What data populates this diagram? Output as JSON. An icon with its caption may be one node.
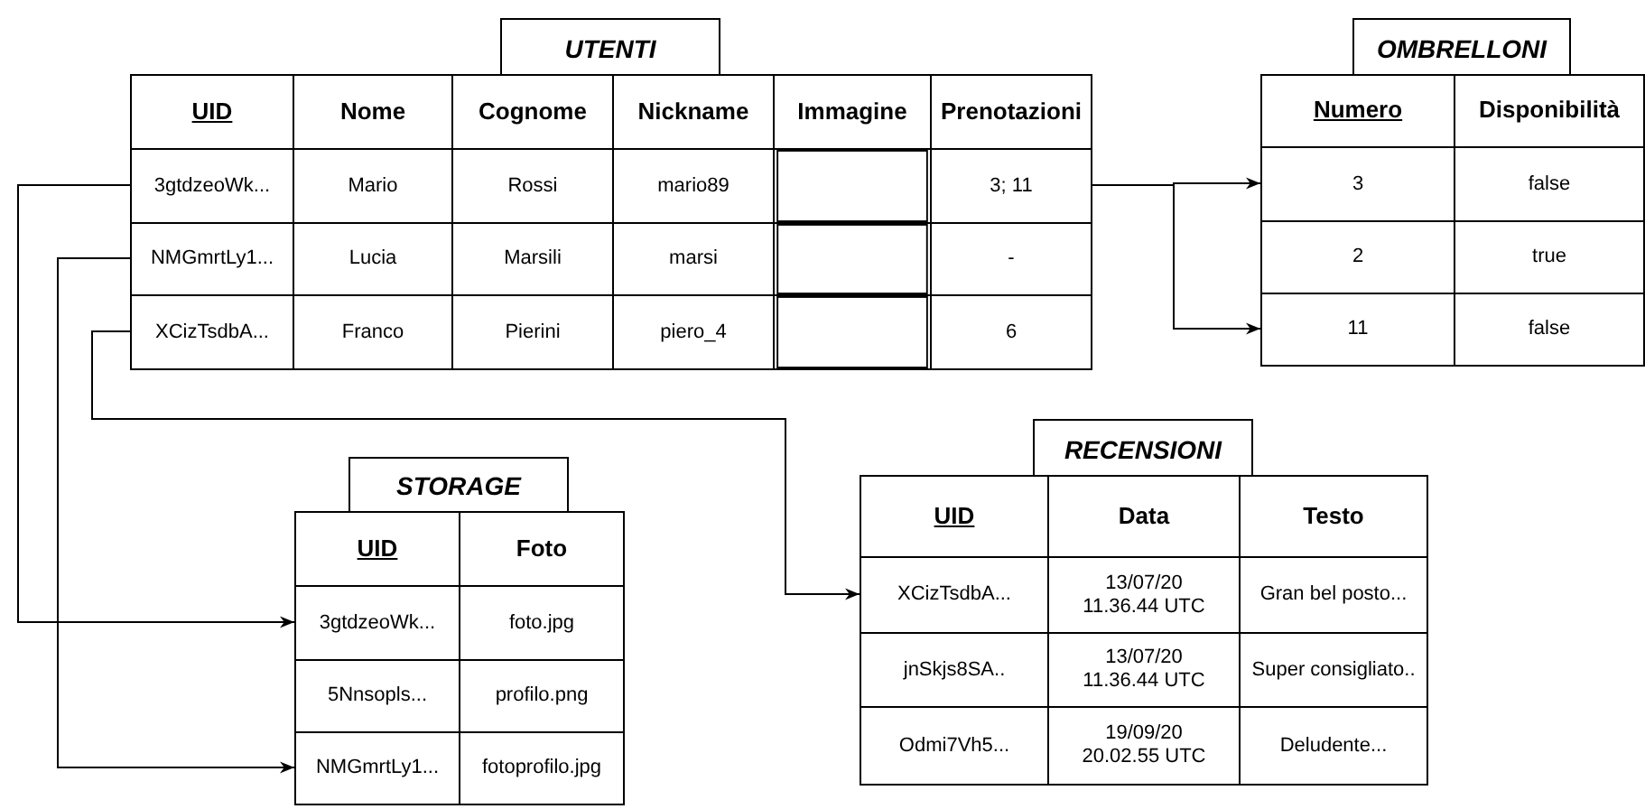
{
  "diagram": {
    "nodes": [
      {
        "text": [
          "UTENTI"
        ]
      },
      {
        "text": [
          "UID"
        ],
        "in": 0
      },
      {
        "text": [
          "Nome"
        ],
        "in": 0
      },
      {
        "text": [
          "Cognome"
        ],
        "in": 0
      },
      {
        "text": [
          "Nickname"
        ],
        "in": 0
      },
      {
        "text": [
          "Immagine"
        ],
        "in": 0
      },
      {
        "text": [
          "Prenotazioni"
        ],
        "in": 0
      },
      {
        "text": [
          "3gtdzeoWk..."
        ],
        "in": 0
      },
      {
        "text": [
          "Mario"
        ],
        "in": 0
      },
      {
        "text": [
          "Rossi"
        ],
        "in": 0
      },
      {
        "text": [
          "mario89"
        ],
        "in": 0
      },
      {
        "text": [],
        "shape": "box",
        "in": 0
      },
      {
        "text": [
          "3; 11"
        ],
        "in": 0
      },
      {
        "text": [
          "NMGmrtLy1..."
        ],
        "in": 0
      },
      {
        "text": [
          "Lucia"
        ],
        "in": 0
      },
      {
        "text": [
          "Marsili"
        ],
        "in": 0
      },
      {
        "text": [
          "marsi"
        ],
        "in": 0
      },
      {
        "text": [],
        "shape": "box",
        "in": 0
      },
      {
        "text": [
          "-"
        ],
        "in": 0
      },
      {
        "text": [
          "XCizTsdbA..."
        ],
        "in": 0
      },
      {
        "text": [
          "Franco"
        ],
        "in": 0
      },
      {
        "text": [
          "Pierini"
        ],
        "in": 0
      },
      {
        "text": [
          "piero_4"
        ],
        "in": 0
      },
      {
        "text": [],
        "shape": "box",
        "in": 0
      },
      {
        "text": [
          "6"
        ],
        "in": 0
      },
      {
        "text": [
          "OMBRELLONI"
        ]
      },
      {
        "text": [
          "Numero"
        ],
        "in": 25
      },
      {
        "text": [
          "Disponibilità"
        ],
        "in": 25
      },
      {
        "text": [
          "3"
        ],
        "in": 25
      },
      {
        "text": [
          "false"
        ],
        "in": 25
      },
      {
        "text": [
          "2"
        ],
        "in": 25
      },
      {
        "text": [
          "true"
        ],
        "in": 25
      },
      {
        "text": [
          "11"
        ],
        "in": 25
      },
      {
        "text": [
          "false"
        ],
        "in": 25
      },
      {
        "text": [
          "STORAGE"
        ]
      },
      {
        "text": [
          "UID"
        ],
        "in": 34
      },
      {
        "text": [
          "Foto"
        ],
        "in": 34
      },
      {
        "text": [
          "3gtdzeoWk..."
        ],
        "in": 34
      },
      {
        "text": [
          "foto.jpg"
        ],
        "in": 34
      },
      {
        "text": [
          "5Nnsopls..."
        ],
        "in": 34
      },
      {
        "text": [
          "profilo.png"
        ],
        "in": 34
      },
      {
        "text": [
          "NMGmrtLy1..."
        ],
        "in": 34
      },
      {
        "text": [
          "fotoprofilo.jpg"
        ],
        "in": 34
      },
      {
        "text": [
          "RECENSIONI"
        ]
      },
      {
        "text": [
          "UID"
        ],
        "in": 43
      },
      {
        "text": [
          "Data"
        ],
        "in": 43
      },
      {
        "text": [
          "Testo"
        ],
        "in": 43
      },
      {
        "text": [
          "XCizTsdbA..."
        ],
        "in": 43
      },
      {
        "text": [
          "13/07/20 11.36.44 UTC"
        ],
        "in": 43
      },
      {
        "text": [
          "Gran bel posto..."
        ],
        "in": 43
      },
      {
        "text": [
          "jnSkjs8SA.."
        ],
        "in": 43
      },
      {
        "text": [
          "13/07/20 11.36.44 UTC"
        ],
        "in": 43
      },
      {
        "text": [
          "Super consigliato.."
        ],
        "in": 43
      },
      {
        "text": [
          "Odmi7Vh5..."
        ],
        "in": 43
      },
      {
        "text": [
          "19/09/20 20.02.55 UTC"
        ],
        "in": 43
      },
      {
        "text": [
          "Deludente..."
        ],
        "in": 43
      }
    ],
    "edges": [
      {
        "from": 12,
        "to": 28,
        "arrow": "to"
      },
      {
        "from": 12,
        "to": 32,
        "arrow": "to"
      },
      {
        "from": 7,
        "to": 37,
        "arrow": "to"
      },
      {
        "from": 13,
        "to": 41,
        "arrow": "to"
      },
      {
        "from": 19,
        "to": 47,
        "arrow": "to"
      }
    ]
  }
}
